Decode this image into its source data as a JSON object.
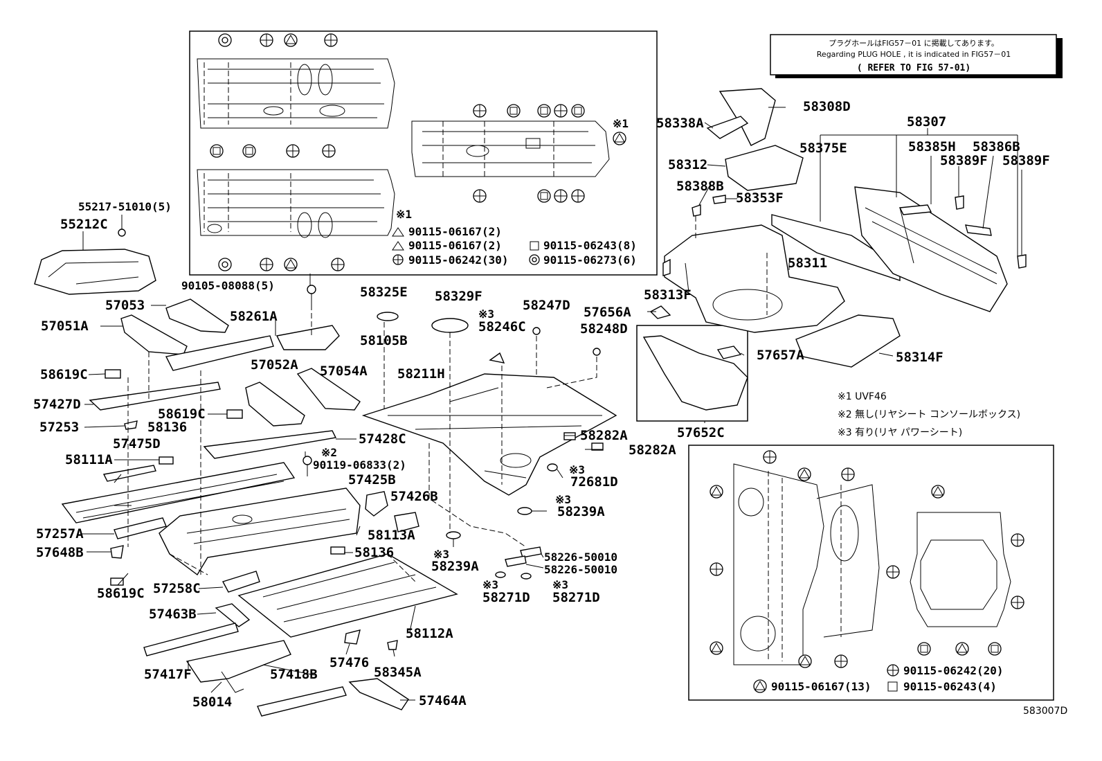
{
  "notice": {
    "jp": "プラグホールはFIG57－01 に掲載してあります。",
    "en": "Regarding PLUG HOLE , it is indicated in FIG57－01",
    "ref": "( REFER TO FIG 57-01)"
  },
  "figure_code": "583007D",
  "footnotes": [
    "※1 UVF46",
    "※2 無し(リヤシート コンソールボックス)",
    "※3 有り(リヤ パワーシート)"
  ],
  "inset_top": {
    "note_mark": "※1",
    "legend": [
      "90115-06167(2)",
      "90115-06167(2)",
      "90115-06242(30)",
      "90115-06243(8)",
      "90115-06273(6)"
    ]
  },
  "inset_bottom": {
    "legend": [
      "90115-06167(13)",
      "90115-06242(20)",
      "90115-06243(4)"
    ]
  },
  "marks": {
    "m1": "※1",
    "m2": "※2",
    "m3": "※3"
  },
  "parts": {
    "p55217": "55217-51010(5)",
    "p55212C": "55212C",
    "p90105": "90105-08088(5)",
    "p57053": "57053",
    "p57051A": "57051A",
    "p58261A": "58261A",
    "p58325E": "58325E",
    "p58329F": "58329F",
    "p58246C": "58246C",
    "p58247D": "58247D",
    "p57656A": "57656A",
    "p58248D": "58248D",
    "p58105B": "58105B",
    "p58619C_1": "58619C",
    "p57052A": "57052A",
    "p57054A": "57054A",
    "p58211H": "58211H",
    "p57427D": "57427D",
    "p58619C_2": "58619C",
    "p57253": "57253",
    "p58136_1": "58136",
    "p57428C": "57428C",
    "p57475D": "57475D",
    "p90119": "90119-06833(2)",
    "p58111A": "58111A",
    "p57425B": "57425B",
    "p57426B": "57426B",
    "p57257A": "57257A",
    "p58113A": "58113A",
    "p57648B": "57648B",
    "p58136_2": "58136",
    "p58239A_1": "58239A",
    "p58619C_3": "58619C",
    "p57258C": "57258C",
    "p57463B": "57463B",
    "p58112A": "58112A",
    "p57417F": "57417F",
    "p57418B": "57418B",
    "p57476": "57476",
    "p58345A": "58345A",
    "p58014": "58014",
    "p57464A": "57464A",
    "p58282A_1": "58282A",
    "p58282A_2": "58282A",
    "p72681D": "72681D",
    "p58239A_2": "58239A",
    "p58226_1": "58226-50010",
    "p58226_2": "58226-50010",
    "p58271D_1": "58271D",
    "p58271D_2": "58271D",
    "p57652C": "57652C",
    "p57657A": "57657A",
    "p58308D": "58308D",
    "p58338A": "58338A",
    "p58312": "58312",
    "p58307": "58307",
    "p58375E": "58375E",
    "p58385H": "58385H",
    "p58386B": "58386B",
    "p58389F_1": "58389F",
    "p58389F_2": "58389F",
    "p58388B": "58388B",
    "p58353F": "58353F",
    "p58311": "58311",
    "p58313F": "58313F",
    "p58314F": "58314F"
  }
}
